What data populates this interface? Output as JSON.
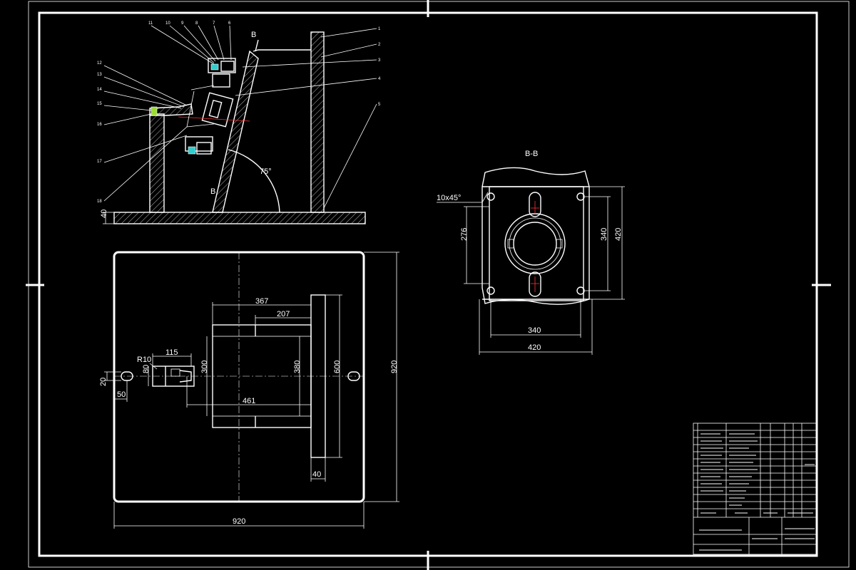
{
  "side_view": {
    "section_mark_top": "B",
    "section_mark_bottom": "B",
    "angle": "75°",
    "base_thickness": "40",
    "balloons_left": [
      "11",
      "10",
      "9",
      "8",
      "7",
      "6",
      "12",
      "13",
      "14",
      "15",
      "16",
      "17",
      "18"
    ],
    "balloons_right": [
      "1",
      "2",
      "3",
      "4",
      "5"
    ]
  },
  "section_view": {
    "title": "B-B",
    "chamfer": "10x45°",
    "dim_276": "276",
    "dim_340_v": "340",
    "dim_420_v": "420",
    "dim_340_h": "340",
    "dim_420_h": "420"
  },
  "plan_view": {
    "dim_367": "367",
    "dim_207": "207",
    "dim_115": "115",
    "dim_r10": "R10",
    "dim_80": "80",
    "dim_300": "300",
    "dim_380": "380",
    "dim_600": "600",
    "dim_920_v": "920",
    "dim_920_h": "920",
    "dim_461": "461",
    "dim_20": "20",
    "dim_50": "50",
    "dim_40": "40"
  }
}
